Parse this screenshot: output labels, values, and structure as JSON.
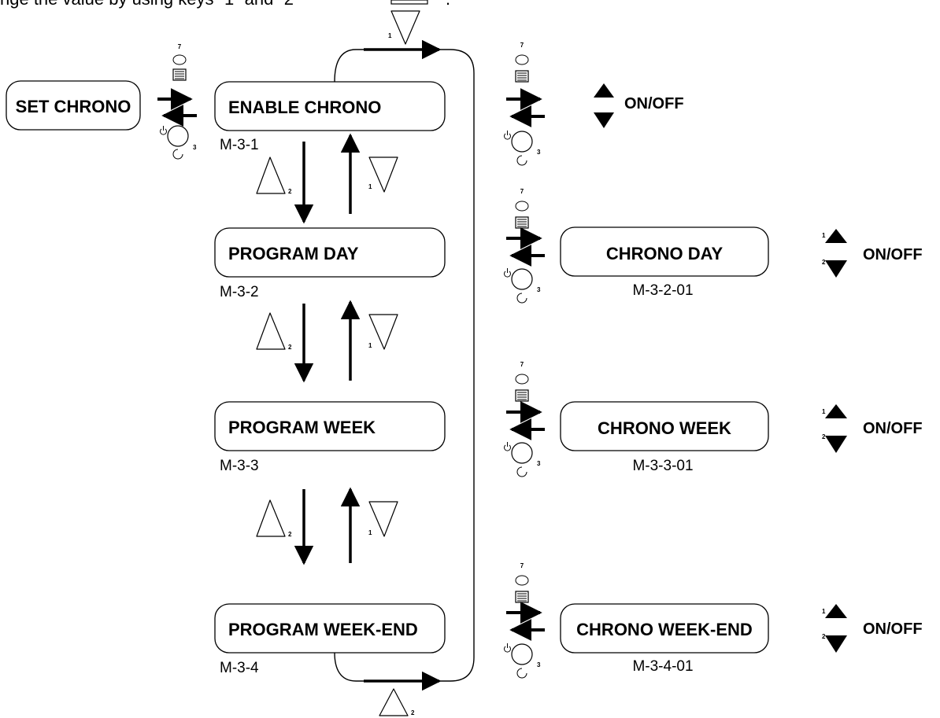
{
  "intro_text": "nge the value by using keys “1” and “2”",
  "intro_tail": ".",
  "root_box": {
    "label": "SET CHRONO"
  },
  "menu_items": [
    {
      "label": "ENABLE CHRONO",
      "code": "M-3-1"
    },
    {
      "label": "PROGRAM DAY",
      "code": "M-3-2"
    },
    {
      "label": "PROGRAM WEEK",
      "code": "M-3-3"
    },
    {
      "label": "PROGRAM WEEK-END",
      "code": "M-3-4"
    }
  ],
  "sub_items": [
    {
      "label": "CHRONO DAY",
      "code": "M-3-2-01"
    },
    {
      "label": "CHRONO WEEK",
      "code": "M-3-3-01"
    },
    {
      "label": "CHRONO WEEK-END",
      "code": "M-3-4-01"
    }
  ],
  "toggle_label": "ON/OFF",
  "key_numbers": {
    "up": "1",
    "down": "2",
    "menu": "7",
    "power": "3"
  },
  "icons": [
    "triangle-down-key-icon",
    "triangle-up-key-icon",
    "menu-key-icon",
    "power-knob-icon",
    "filled-up-arrow-icon",
    "filled-down-arrow-icon"
  ]
}
